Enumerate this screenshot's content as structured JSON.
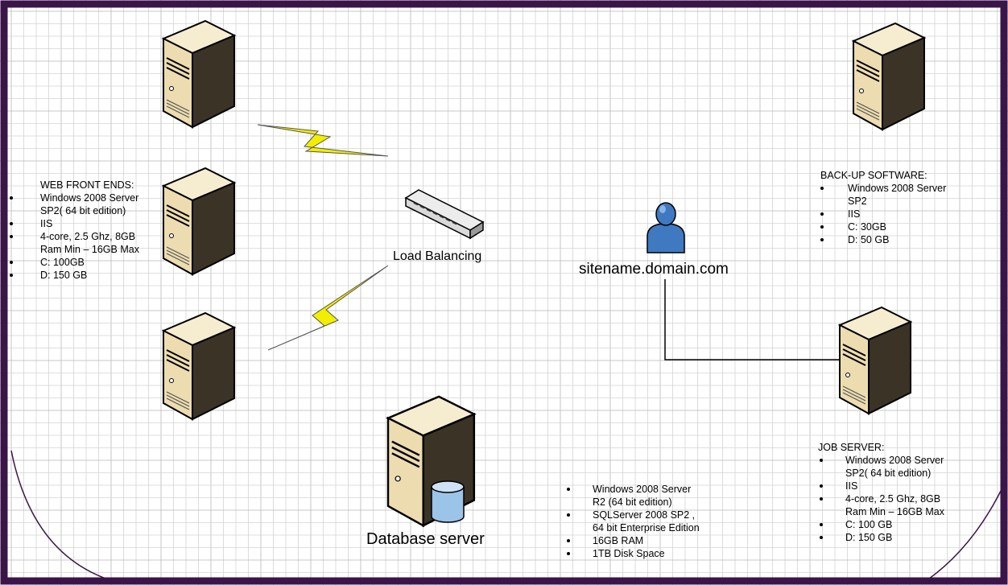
{
  "colors": {
    "frame": "#3b1448",
    "grid_minor": "#d4d4d4",
    "grid_major": "#b8b8b8",
    "lightning": "#f2ee00",
    "server_beige": "#ecdcb0",
    "person_blue": "#3f79c0"
  },
  "icons": [
    "server-icon",
    "lightning-icon",
    "switch-icon",
    "person-icon",
    "database-cylinder-icon"
  ],
  "labels": {
    "load_balancing": "Load Balancing",
    "site": "sitename.domain.com",
    "database": "Database server"
  },
  "web_front_ends": {
    "title": "WEB FRONT ENDS:",
    "items": [
      [
        "Windows 2008 Server",
        "SP2( 64 bit edition)"
      ],
      [
        "IIS"
      ],
      [
        "4-core, 2.5 Ghz, 8GB",
        "Ram Min – 16GB Max"
      ],
      [
        "C: 100GB"
      ],
      [
        "D: 150 GB"
      ]
    ]
  },
  "backup": {
    "title": "BACK-UP SOFTWARE:",
    "items": [
      [
        "Windows 2008 Server",
        "SP2"
      ],
      [
        "IIS"
      ],
      [
        "C: 30GB"
      ],
      [
        "D: 50 GB"
      ]
    ]
  },
  "job_server": {
    "title": "JOB SERVER:",
    "items": [
      [
        "Windows 2008 Server",
        "SP2( 64 bit edition)"
      ],
      [
        "IIS"
      ],
      [
        "4-core, 2.5 Ghz, 8GB",
        "Ram Min – 16GB Max"
      ],
      [
        "C: 100 GB"
      ],
      [
        "D: 150 GB"
      ]
    ]
  },
  "database_specs": {
    "items": [
      [
        "Windows 2008 Server",
        "R2 (64 bit edition)"
      ],
      [
        "SQLServer 2008 SP2 ,",
        "64 bit Enterprise Edition"
      ],
      [
        "16GB RAM"
      ],
      [
        "1TB Disk Space"
      ]
    ]
  }
}
